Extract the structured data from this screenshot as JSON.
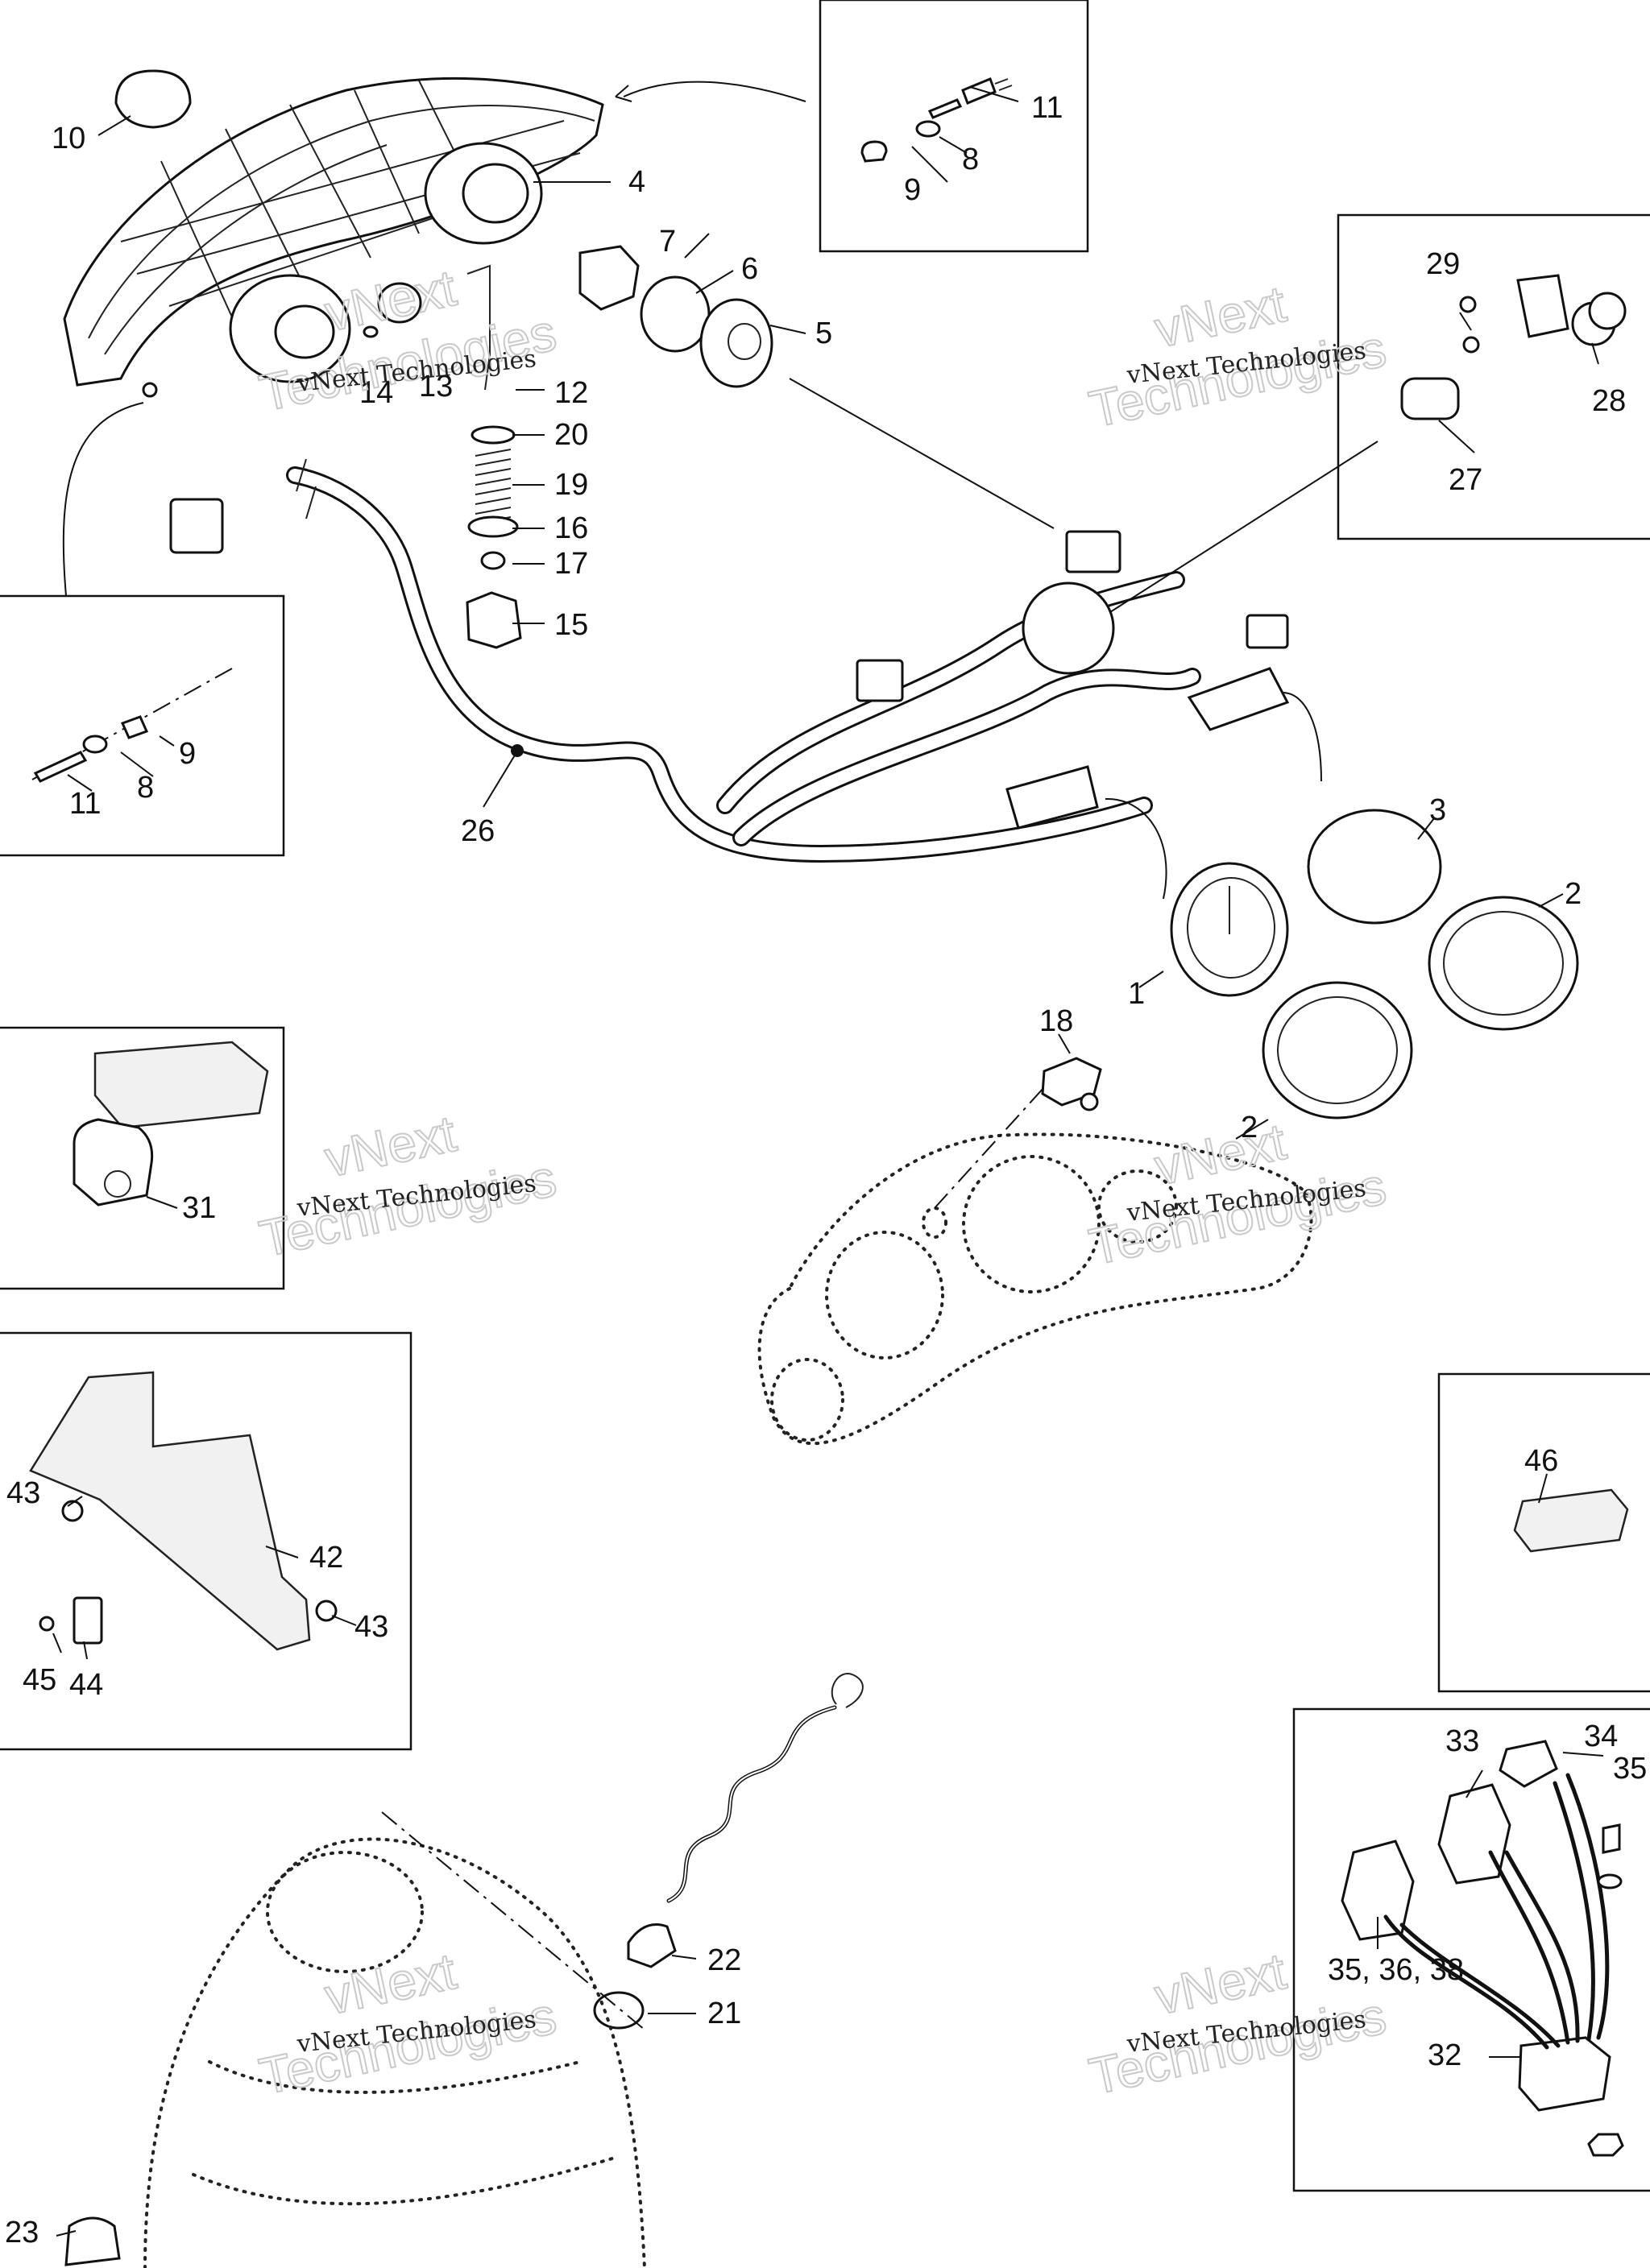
{
  "watermark": {
    "small": "vNext Technologies",
    "big_line1": "vNext",
    "big_line2": "Technologies"
  },
  "callouts": {
    "c1": "1",
    "c2a": "2",
    "c2b": "2",
    "c3": "3",
    "c4": "4",
    "c5": "5",
    "c6": "6",
    "c7": "7",
    "c8a": "8",
    "c8b": "8",
    "c9a": "9",
    "c9b": "9",
    "c10": "10",
    "c11a": "11",
    "c11b": "11",
    "c12": "12",
    "c13": "13",
    "c14": "14",
    "c15": "15",
    "c16": "16",
    "c17": "17",
    "c18": "18",
    "c19": "19",
    "c20": "20",
    "c21": "21",
    "c22": "22",
    "c23": "23",
    "c26": "26",
    "c27": "27",
    "c28": "28",
    "c29": "29",
    "c31": "31",
    "c32": "32",
    "c33": "33",
    "c34": "34",
    "c35a": "35",
    "c35b": "35, 36, 38",
    "c42": "42",
    "c43a": "43",
    "c43b": "43",
    "c44": "44",
    "c45": "45",
    "c46": "46"
  }
}
